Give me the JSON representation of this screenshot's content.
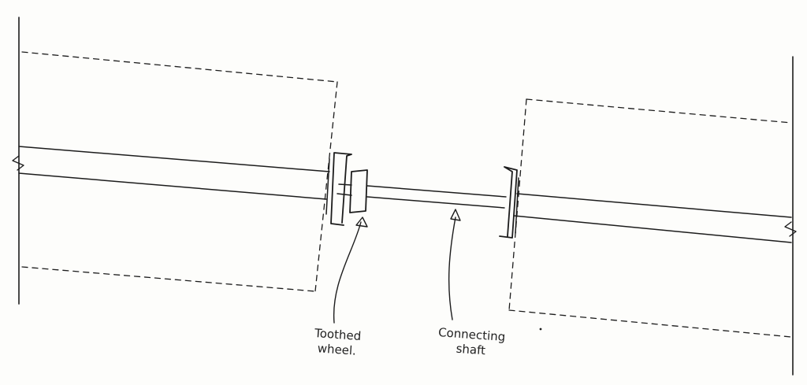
{
  "labels": {
    "toothed_wheel": [
      "Toothed",
      "wheel."
    ],
    "connecting_shaft": [
      "Connecting",
      "shaft"
    ]
  },
  "colors": {
    "ink": "#1c1c1c",
    "paper": "#fdfdfb"
  }
}
